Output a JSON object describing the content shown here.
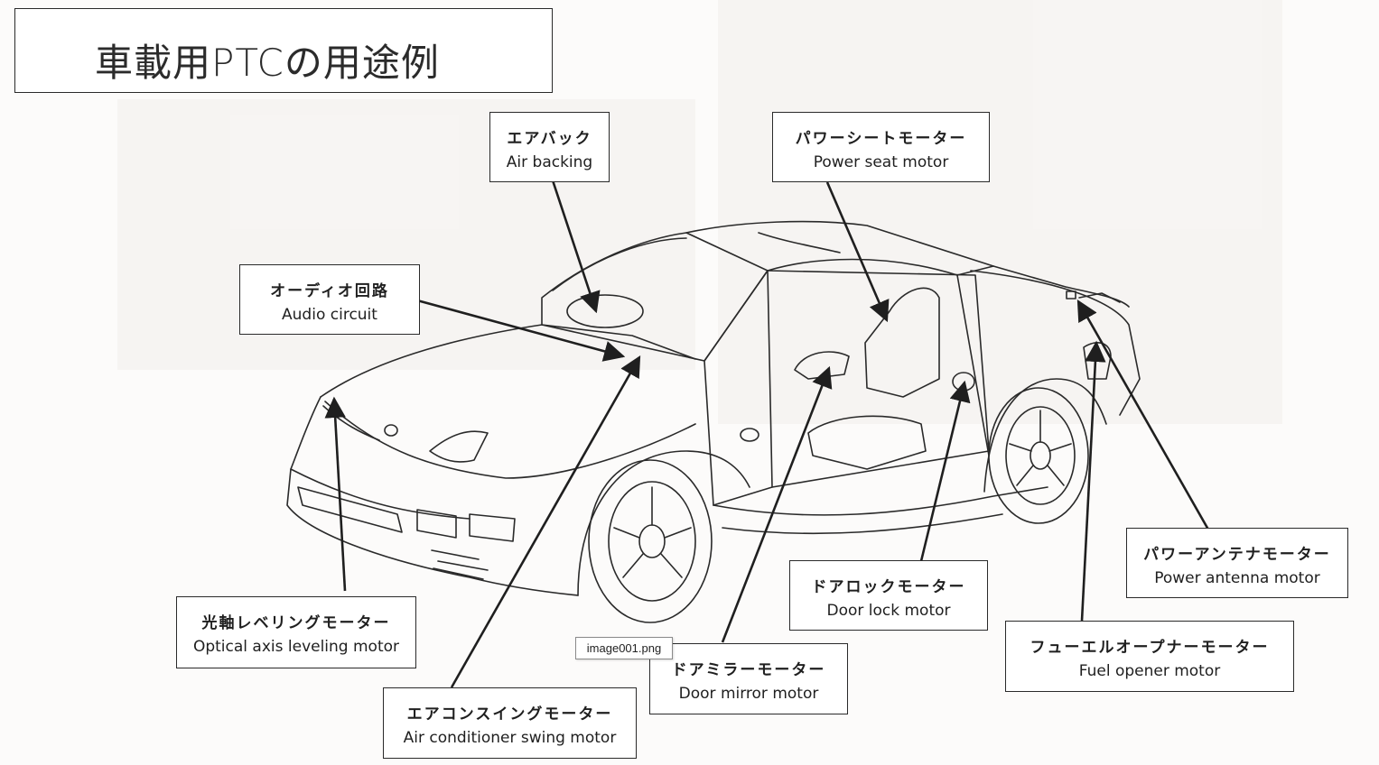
{
  "title": "車載用PTCの用途例",
  "labels": [
    {
      "id": "air-backing",
      "jp": "エアバック",
      "en": "Air backing"
    },
    {
      "id": "power-seat",
      "jp": "パワーシートモーター",
      "en": "Power seat motor"
    },
    {
      "id": "audio",
      "jp": "オーディオ回路",
      "en": "Audio circuit"
    },
    {
      "id": "power-antenna",
      "jp": "パワーアンテナモーター",
      "en": "Power antenna motor"
    },
    {
      "id": "door-lock",
      "jp": "ドアロックモーター",
      "en": "Door lock motor"
    },
    {
      "id": "optical-axis",
      "jp": "光軸レベリングモーター",
      "en": "Optical axis leveling motor"
    },
    {
      "id": "fuel-opener",
      "jp": "フューエルオープナーモーター",
      "en": "Fuel opener motor"
    },
    {
      "id": "door-mirror",
      "jp": "ドアミラーモーター",
      "en": "Door mirror motor"
    },
    {
      "id": "ac-swing",
      "jp": "エアコンスイングモーター",
      "en": "Air conditioner swing motor"
    }
  ],
  "file_tag": "image001.png",
  "colors": {
    "line": "#1f1f1f",
    "background": "#ffffff"
  }
}
